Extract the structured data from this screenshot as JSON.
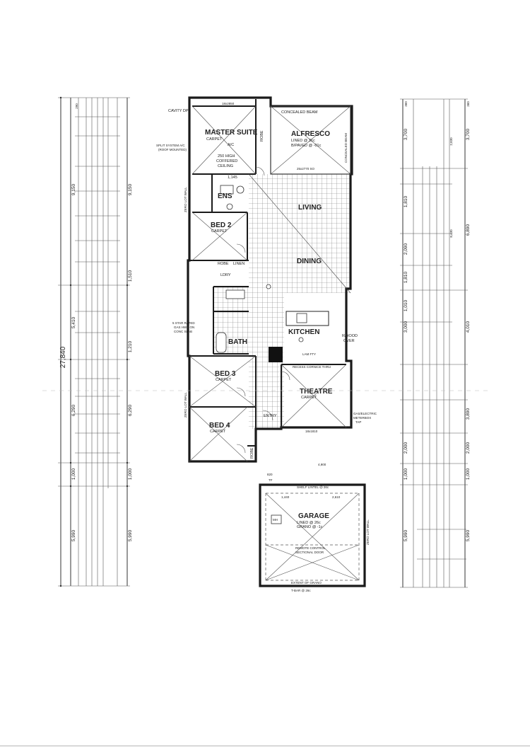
{
  "rooms": {
    "master": {
      "name": "MASTER SUITE",
      "sub": "CARPET",
      "ac": "A/C",
      "ceiling1": "250 HIGH",
      "ceiling2": "COFFERED",
      "ceiling3": "CEILING"
    },
    "alfresco": {
      "name": "ALFRESCO",
      "sub1": "LINED @ 31c",
      "sub2": "B/PAVED @ -01c"
    },
    "living": {
      "name": "LIVING"
    },
    "dining": {
      "name": "DINING"
    },
    "bed2": {
      "name": "BED 2",
      "sub": "CARPET"
    },
    "bed3": {
      "name": "BED 3",
      "sub": "CARPET"
    },
    "bed4": {
      "name": "BED 4",
      "sub": "CARPET"
    },
    "ens": {
      "name": "ENS"
    },
    "robe_master": {
      "name": "ROBE"
    },
    "robe2": {
      "name": "ROBE"
    },
    "robe4": {
      "name": "ROBE"
    },
    "linen": {
      "name": "LINEN"
    },
    "laundry": {
      "name": "LDRY"
    },
    "bath": {
      "name": "BATH"
    },
    "kitchen": {
      "name": "KITCHEN"
    },
    "theatre": {
      "name": "THEATRE",
      "sub": "CARPET"
    },
    "entry": {
      "name": "ENTRY"
    },
    "garage": {
      "name": "GARAGE",
      "sub1": "LINED @ 26c",
      "sub2": "GRANO @ -1c"
    }
  },
  "notes": {
    "cavity_dp": "CAVITY DP",
    "dim_top": "18x2850",
    "concealed_beam": "CONCEALED BEAM",
    "concealed_beam_v": "CONCEALED BEAM",
    "split_ac1": "SPLIT SYSTEM A/C",
    "split_ac2": "(ROOF MOUNTED)",
    "beam_25": "25x2770 SO",
    "dim_1145": "1,145",
    "zero_lot_1": "ZERO LOT WALL",
    "zero_lot_2": "ZERO LOT WALL",
    "zero_lot_3": "ZERO LOT WALL",
    "gas1": "5 STAR RATED",
    "gas2": "GAS HWS ON",
    "gas3": "CONC SLAB",
    "rhood1": "R/HOOD",
    "rhood2": "OVER",
    "lam_fty": "LAM FTY",
    "recess": "RECESS CORNICE THRU",
    "gas_meter1": "GAS/ELECTRIC",
    "gas_meter2": "METERBOX",
    "tap": "TAP",
    "dim_1810": "18x1810",
    "shelf_lintel": "SHELF LINTEL @ 26c",
    "dim_1440": "1,440",
    "dim_2610": "2,610",
    "mh": "MH",
    "remote1": "REMOTE CONTROL",
    "remote2": "SECTIONAL DOOR",
    "extent": "EXTENT OF GRANO",
    "tbar": "T-BAR @ 26c",
    "dim_820": "820",
    "tf": "TF",
    "dim_4900": "4,900"
  },
  "left_dims": {
    "total": "27,840",
    "d1": "9,150",
    "d2": "5,410",
    "d3": "6,290",
    "d4": "1,000",
    "d5": "5,990",
    "d6": "290",
    "d7": "9,150",
    "d8": "1,510",
    "d9": "1,210",
    "d10": "6,290",
    "d11": "1,000",
    "d12": "5,990"
  },
  "right_dims": {
    "r1": "3,700",
    "r2": "6,890",
    "r3": "4,010",
    "r4": "3,890",
    "r5": "2,000",
    "r6": "1,000",
    "r7": "5,990",
    "r8": "360",
    "r9": "8,430",
    "r10": "2,830",
    "r11": "3,000",
    "r12": "2,000",
    "r13": "1,000",
    "r14": "5,990",
    "r15": "3,700",
    "r16": "1,810",
    "r17": "2,090",
    "r18": "1,810",
    "r19": "1,010",
    "r20": "360"
  }
}
